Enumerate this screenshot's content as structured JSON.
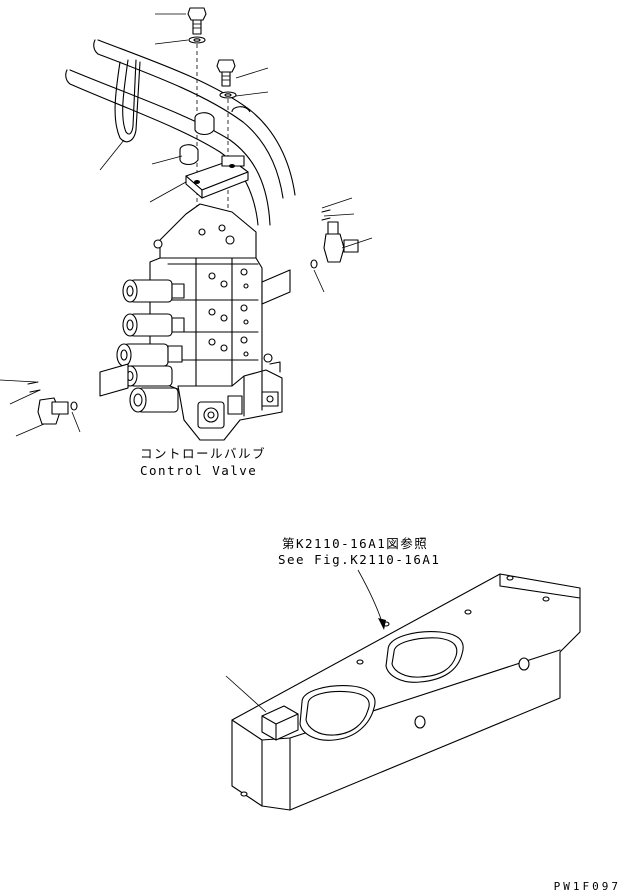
{
  "labels": {
    "control_valve_jp": "コントロールバルブ",
    "control_valve_en": "Control Valve",
    "reference_jp": "第K2110-16A1図参照",
    "reference_en": "See Fig.K2110-16A1",
    "drawing_code": "PW1F097"
  }
}
